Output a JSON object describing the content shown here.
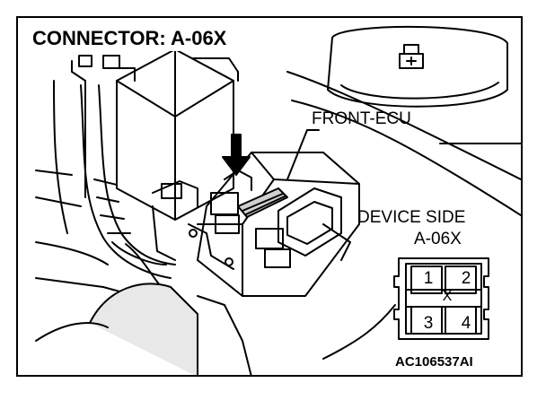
{
  "title": "CONNECTOR: A-06X",
  "labels": {
    "front_ecu": "FRONT-ECU",
    "device_side": "DEVICE SIDE",
    "device_code": "A-06X"
  },
  "connector": {
    "pins": [
      "1",
      "2",
      "3",
      "4"
    ],
    "center_mark": "X"
  },
  "reference_code": "AC106537AI"
}
